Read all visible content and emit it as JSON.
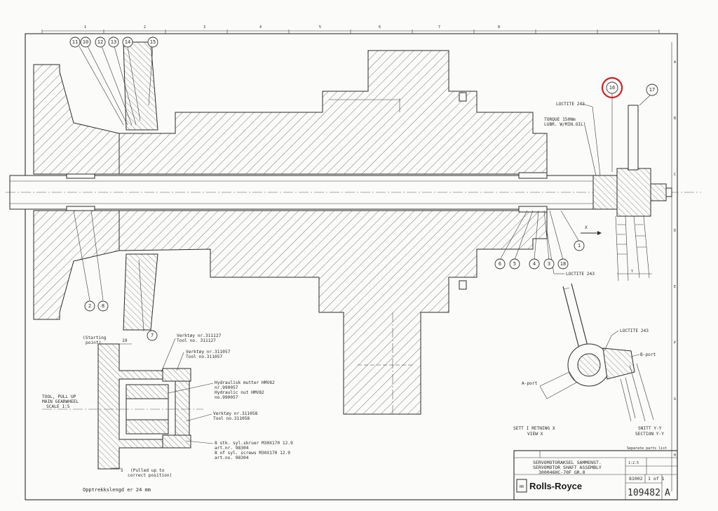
{
  "border": {
    "top_numbers": [
      "1",
      "2",
      "3",
      "4",
      "5",
      "6",
      "7",
      "8"
    ],
    "right_letters": [
      "A",
      "B",
      "C",
      "D",
      "E",
      "F",
      "G",
      "H"
    ]
  },
  "balloons": {
    "b11": "11",
    "b10": "10",
    "b12": "12",
    "b13": "13",
    "b14": "14",
    "b15": "15",
    "b16": "16",
    "b17": "17",
    "b2": "2",
    "b8": "8",
    "b7": "7",
    "b6": "6",
    "b5": "5",
    "b4": "4",
    "b3": "3",
    "b18": "18",
    "b1": "1"
  },
  "notes": {
    "loctite_top": "LOCTITE 243",
    "torque_1": "TORQUE 150Nm",
    "torque_2": "LUBR. W/MIN.OIL",
    "loctite_bottom": "LOCTITE 243",
    "loctite_section": "LOCTITE 243",
    "x_arrow": "X",
    "y_label": "Y",
    "b_port": "B-port",
    "a_port": "A-port",
    "view_x_1": "SETT I RETNING X",
    "view_x_2": "VIEW X",
    "section_1": "SNITT Y-Y",
    "section_2": "SECTION Y-Y"
  },
  "tool_view": {
    "title_1": "TOOL, PULL UP",
    "title_2": "MAIN GEARWHEEL",
    "title_3": "SCALE 1:5",
    "starting_1": "(Starting",
    "starting_2": "point)",
    "dim_19": "19",
    "dim_5": "5",
    "pulled_1": "(Pulled up to",
    "pulled_2": "correct position)",
    "tool1_1": "Verktøy nr.311127",
    "tool1_2": "Tool no. 311127",
    "tool2_1": "Verktøy nr.311057",
    "tool2_2": "Tool no.311057",
    "nut_1": "Hydraulisk mutter HMV82",
    "nut_2": "nr.990057",
    "nut_3": "Hydraulic nut HMV82",
    "nut_4": "no.990057",
    "tool3_1": "Verktøy nr.311058",
    "tool3_2": "Tool no.311058",
    "screws_1": "8 stk. syl.skruer M30X170  12.9",
    "screws_2": "art.nr. 98304",
    "screws_3": "8 of syl. screws M30X170  12.9",
    "screws_4": "art.no. 98304",
    "pull_length": "Opptrekkslengd er 24 mm"
  },
  "title_block": {
    "separate_parts": "Separate parts list",
    "name_1": "SERVOMOTORAKSEL SAMMENST.",
    "name_2": "SERVOMOTOR SHAFT ASSEMBLY",
    "name_3": "300046HC-70F     GR.0",
    "scale": "1:2.5",
    "sheet": "1 of 1",
    "code": "81002",
    "drawing_no": "109482",
    "revision": "A",
    "brand": "Rolls-Royce"
  },
  "colors": {
    "highlight": "#d21f1f",
    "ink": "#2b2b2b"
  }
}
